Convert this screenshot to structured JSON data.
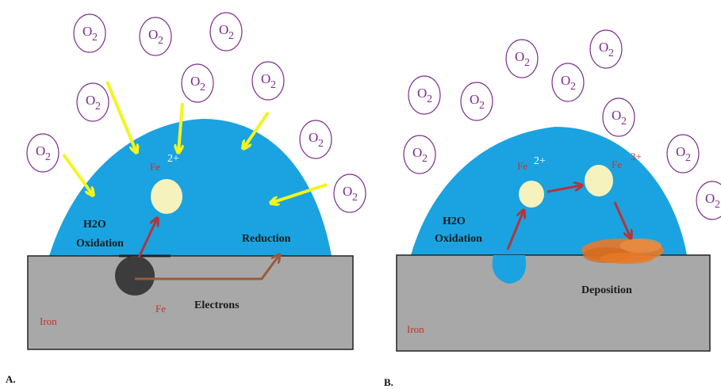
{
  "panel_a": {
    "label": "A.",
    "water_label_1": "H2O",
    "water_label_2": "Oxidation",
    "reduction_label": "Reduction",
    "ion_base": "Fe",
    "ion_charge": "2+",
    "metal_label": "Iron",
    "fe_label": "Fe",
    "electrons_label": "Electrons"
  },
  "panel_b": {
    "label": "B.",
    "water_label_1": "H2O",
    "water_label_2": "Oxidation",
    "ion1_base": "Fe",
    "ion1_charge": "2+",
    "ion2_base": "Fe",
    "ion2_charge": "3+",
    "deposition_label": "Deposition",
    "metal_label": "Iron"
  },
  "oxygen": {
    "letter": "O",
    "subscript": "2"
  },
  "colors": {
    "water": "#1aa3e0",
    "metal": "#a8a8a8",
    "oxygen_ring": "#7a2c8a",
    "yellow_arrow": "#f2f51e",
    "red_arrow": "#b5343a",
    "brown_arrow": "#9a5a3c",
    "ion": "#f6f2bd",
    "rust": "#e8782a"
  }
}
